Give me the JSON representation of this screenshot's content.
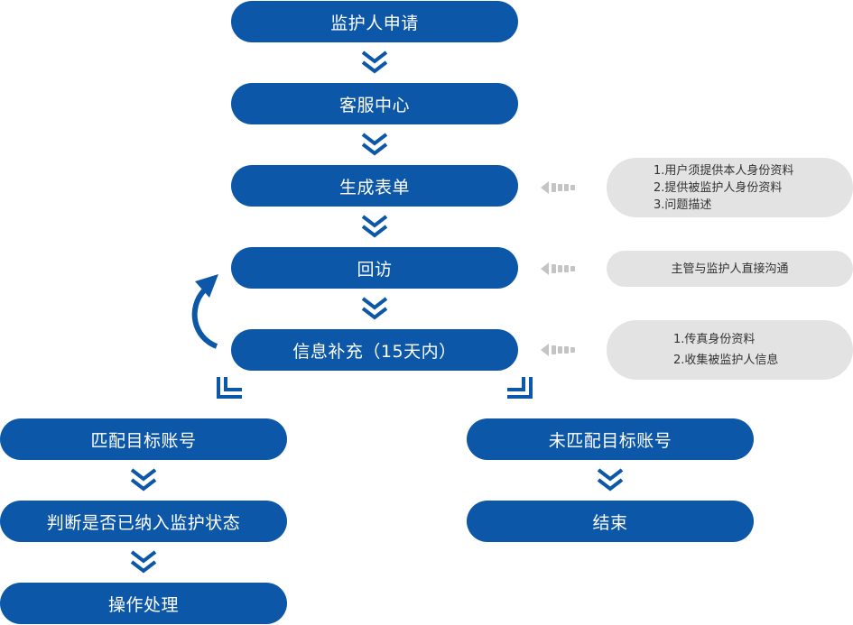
{
  "steps": {
    "apply": "监护人申请",
    "service": "客服中心",
    "form": "生成表单",
    "revisit": "回访",
    "supplement": "信息补充（15天内）",
    "match": "匹配目标账号",
    "judge": "判断是否已纳入监护状态",
    "handle": "操作处理",
    "nomatch": "未匹配目标账号",
    "end": "结束"
  },
  "notes": {
    "form": [
      "1.用户须提供本人身份资料",
      "2.提供被监护人身份资料",
      "3.问题描述"
    ],
    "revisit": [
      "主管与监护人直接沟通"
    ],
    "supplement": [
      "1.传真身份资料",
      "2.收集被监护人信息"
    ]
  },
  "colors": {
    "node": "#0d57a8",
    "note": "#e3e3e3",
    "arrow_gray": "#c4c4c4"
  }
}
